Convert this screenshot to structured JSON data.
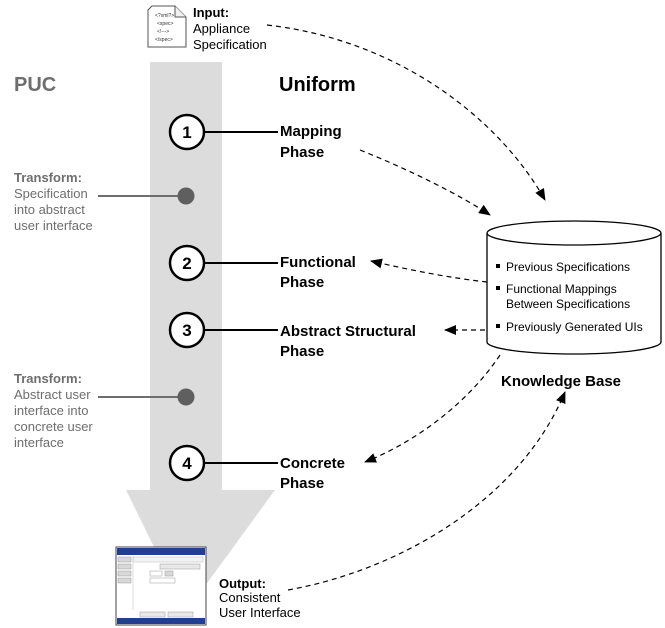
{
  "input": {
    "label_bold": "Input:",
    "label_line1": "Appliance",
    "label_line2": "Specification",
    "doc_lines": [
      "<?xml?>",
      "<spec>",
      "<!--->",
      "</spec>"
    ]
  },
  "puc_label": "PUC",
  "uniform_label": "Uniform",
  "phases": [
    {
      "number": "1",
      "line1": "Mapping",
      "line2": "Phase"
    },
    {
      "number": "2",
      "line1": "Functional",
      "line2": "Phase"
    },
    {
      "number": "3",
      "line1": "Abstract Structural",
      "line2": "Phase"
    },
    {
      "number": "4",
      "line1": "Concrete",
      "line2": "Phase"
    }
  ],
  "transforms": [
    {
      "bold": "Transform:",
      "lines": [
        "Specification",
        "into abstract",
        "user interface"
      ]
    },
    {
      "bold": "Transform:",
      "lines": [
        "Abstract user",
        "interface into",
        "concrete user",
        "interface"
      ]
    }
  ],
  "knowledge_base": {
    "title": "Knowledge Base",
    "items": [
      {
        "line1": "Previous Specifications",
        "line2": ""
      },
      {
        "line1": "Functional Mappings",
        "line2": "Between Specifications"
      },
      {
        "line1": "Previously Generated UIs",
        "line2": ""
      }
    ]
  },
  "output": {
    "label_bold": "Output:",
    "label_line1": "Consistent",
    "label_line2": "User Interface"
  },
  "colors": {
    "arrow_fill": "#dcdcdc",
    "gray_text": "#6e6e6e",
    "dot": "#5f5f5f"
  }
}
